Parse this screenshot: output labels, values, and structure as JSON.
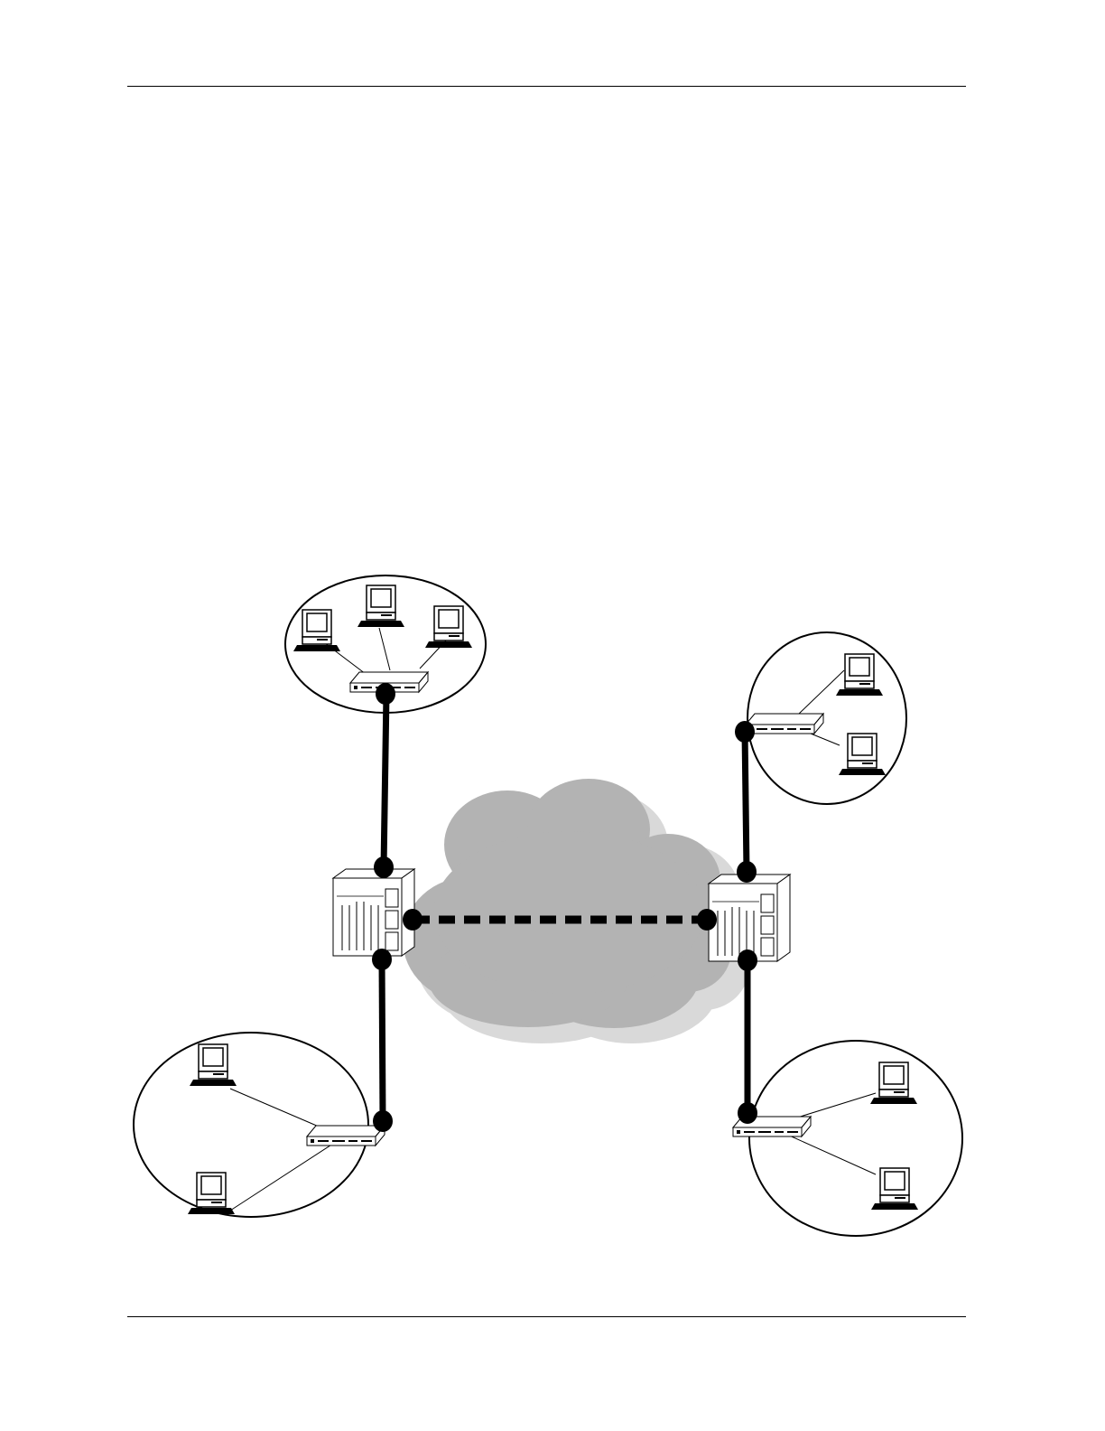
{
  "page": {
    "background": "#ffffff",
    "has_header_rule": true,
    "has_footer_rule": true
  },
  "diagram": {
    "type": "network-topology",
    "colors": {
      "line": "#000000",
      "cloud_fill": "#b3b3b3",
      "cloud_shadow": "#d9d9d9",
      "device_fill": "#ffffff"
    },
    "cloud": {
      "name": "cloud-network-icon"
    },
    "switches": [
      {
        "id": "core-switch-left",
        "icon": "chassis-switch-icon"
      },
      {
        "id": "core-switch-right",
        "icon": "chassis-switch-icon"
      }
    ],
    "sites": [
      {
        "id": "site-top-left",
        "workstations": 3,
        "hub_icon": "hub-icon"
      },
      {
        "id": "site-top-right",
        "workstations": 2,
        "hub_icon": "hub-icon"
      },
      {
        "id": "site-bottom-left",
        "workstations": 2,
        "hub_icon": "hub-icon"
      },
      {
        "id": "site-bottom-right",
        "workstations": 2,
        "hub_icon": "hub-icon"
      }
    ],
    "links": [
      {
        "from": "site-top-left",
        "to": "core-switch-left",
        "style": "solid"
      },
      {
        "from": "site-bottom-left",
        "to": "core-switch-left",
        "style": "solid"
      },
      {
        "from": "site-top-right",
        "to": "core-switch-right",
        "style": "solid"
      },
      {
        "from": "site-bottom-right",
        "to": "core-switch-right",
        "style": "solid"
      },
      {
        "from": "core-switch-left",
        "to": "core-switch-right",
        "style": "dashed",
        "via": "cloud"
      }
    ]
  }
}
